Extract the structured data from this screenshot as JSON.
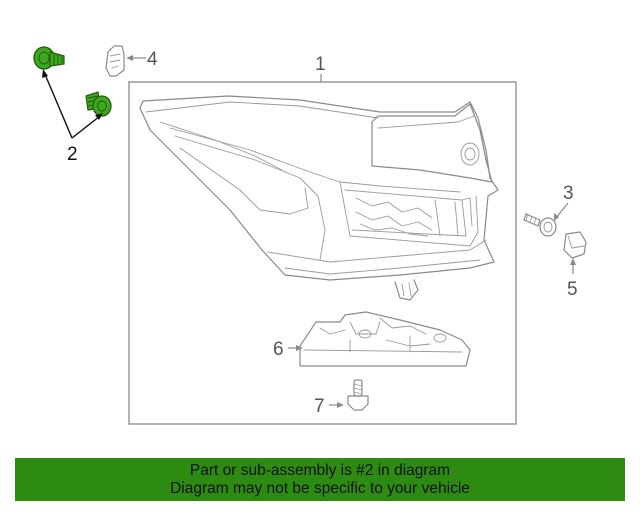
{
  "callouts": {
    "c1": "1",
    "c2": "2",
    "c3": "3",
    "c4": "4",
    "c5": "5",
    "c6": "6",
    "c7": "7"
  },
  "banner": {
    "line1": "Part or sub-assembly is #2 in diagram",
    "line2": "Diagram may not be specific to your vehicle"
  },
  "colors": {
    "highlight_part": "#3fa61f",
    "banner_bg": "#2e8b12",
    "line_art": "#8a8a8a"
  }
}
